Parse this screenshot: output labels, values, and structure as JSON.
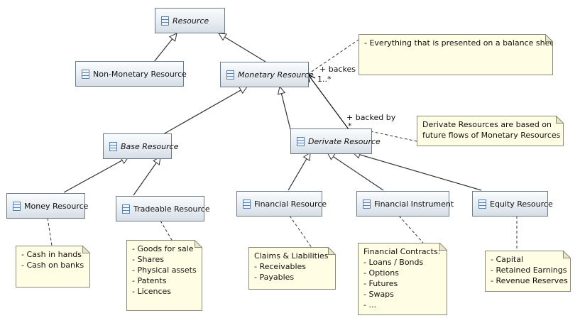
{
  "classes": {
    "resource": "Resource",
    "non_monetary": "Non-Monetary Resource",
    "monetary": "Monetary Resource",
    "base": "Base Resource",
    "derivate": "Derivate Resource",
    "money": "Money Resource",
    "tradeable": "Tradeable Resource",
    "financial_resource": "Financial Resource",
    "financial_instrument": "Financial Instrument",
    "equity": "Equity Resource"
  },
  "association": {
    "backes_role": "+ backes",
    "backes_mult": "1..*",
    "backed_by_role": "+ backed by",
    "backed_by_mult": "*"
  },
  "notes": {
    "balance_sheet": "- Everything that is presented on a balance sheet",
    "derivate": "Derivate Resources are based on\nfuture flows of Monetary Resources",
    "money": "- Cash in hands\n- Cash on banks",
    "tradeable": "- Goods for sale\n- Shares\n- Physical assets\n- Patents\n- Licences",
    "financial_resource": "Claims & Liabilities\n- Receivables\n- Payables",
    "financial_instrument": "Financial Contracts:\n- Loans / Bonds\n- Options\n- Futures\n- Swaps\n- ...",
    "equity": "- Capital\n- Retained Earnings\n- Revenue Reserves"
  }
}
